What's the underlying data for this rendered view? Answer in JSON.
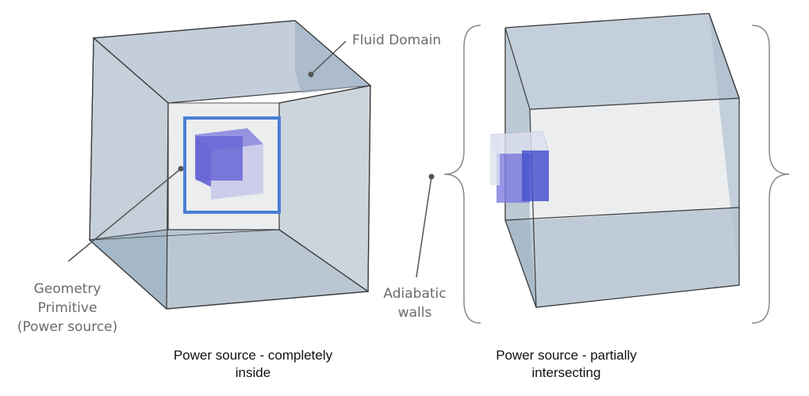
{
  "labels": {
    "fluid_domain": "Fluid Domain",
    "geometry_primitive": [
      "Geometry",
      "Primitive",
      "(Power source)"
    ],
    "adiabatic_walls": [
      "Adiabatic",
      "walls"
    ]
  },
  "captions": {
    "left": [
      "Power source - completely",
      "inside"
    ],
    "right": [
      "Power source - partially",
      "intersecting"
    ]
  },
  "colors": {
    "domain_face": "#a9b9c8",
    "domain_inner_face": "#e9ebed",
    "domain_edge": "#3a3a3a",
    "power_source": "#6a66d6",
    "highlight_box": "#4a7fd6",
    "label_text": "#6b6b6b",
    "leader_line": "#555555"
  }
}
